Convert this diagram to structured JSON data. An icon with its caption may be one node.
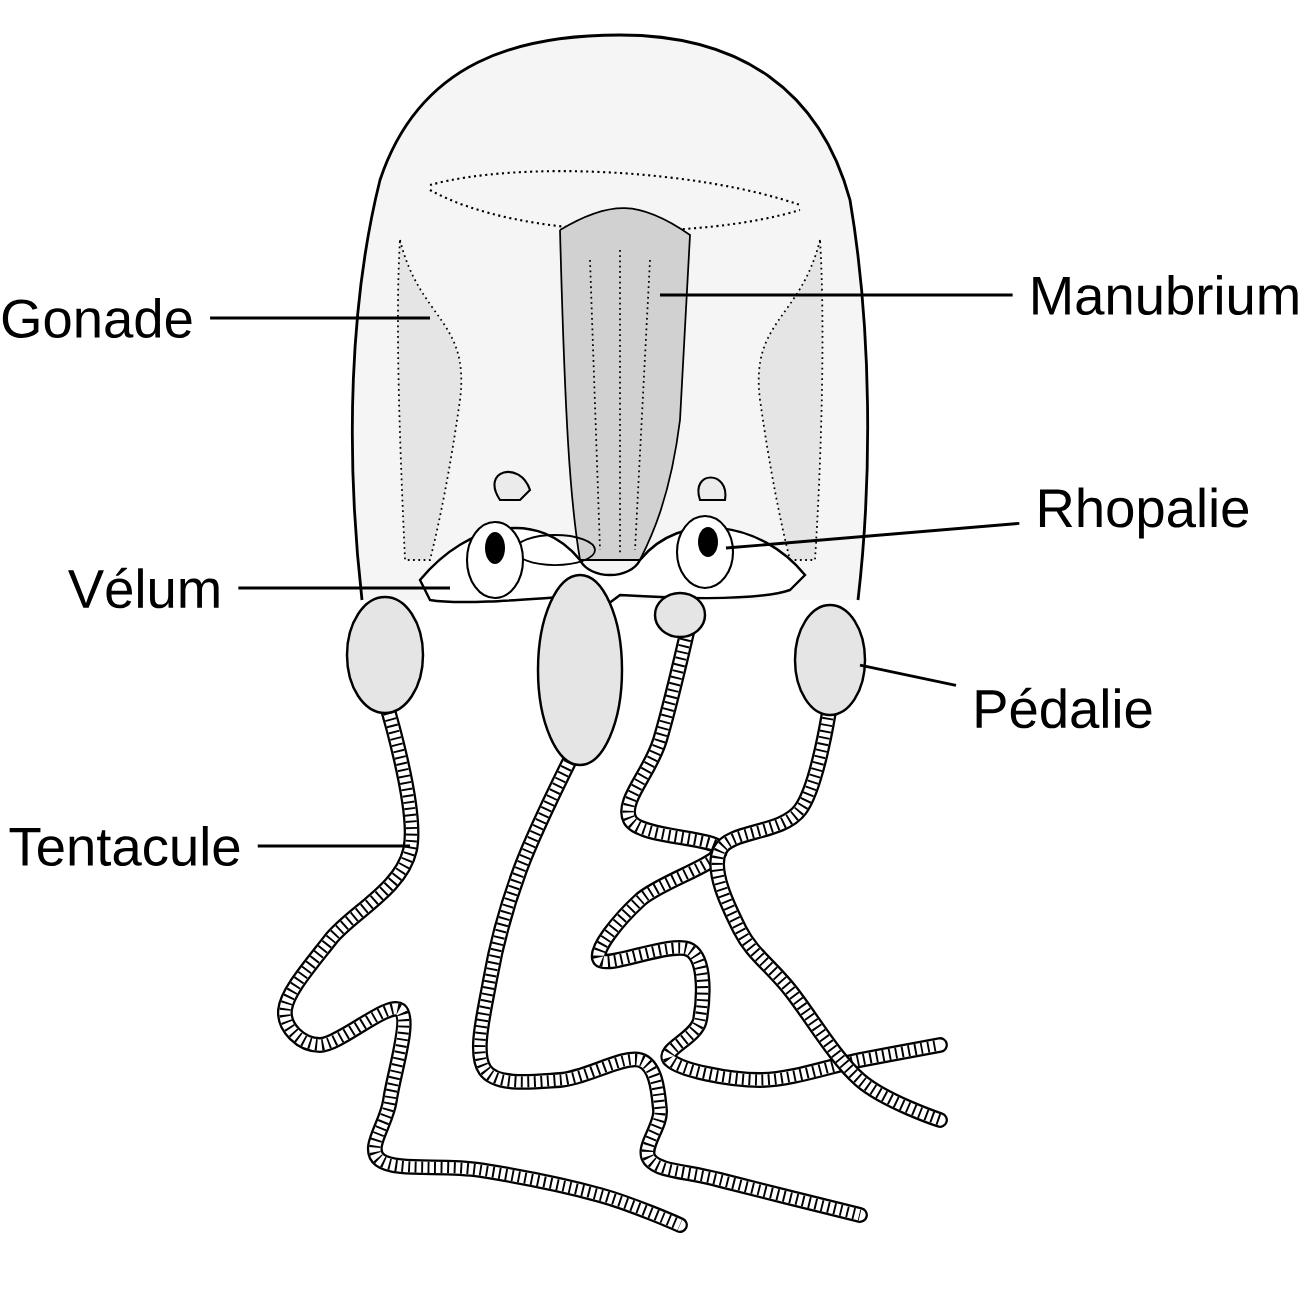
{
  "diagram": {
    "nodes": [
      {
        "text": [
          "Gonade"
        ]
      },
      {
        "text": [
          "Manubrium"
        ]
      },
      {
        "text": [
          "Rhopalie"
        ]
      },
      {
        "text": [
          "Vélum"
        ]
      },
      {
        "text": [
          "Pédalie"
        ]
      },
      {
        "text": [
          "Tentacule"
        ]
      }
    ],
    "edges": [
      {
        "from": 0,
        "to": null,
        "arrow": "none"
      },
      {
        "from": 1,
        "to": null,
        "arrow": "none"
      },
      {
        "from": 2,
        "to": null,
        "arrow": "none"
      },
      {
        "from": 3,
        "to": null,
        "arrow": "none"
      },
      {
        "from": 4,
        "to": null,
        "arrow": "none"
      },
      {
        "from": 5,
        "to": null,
        "arrow": "none"
      }
    ]
  }
}
